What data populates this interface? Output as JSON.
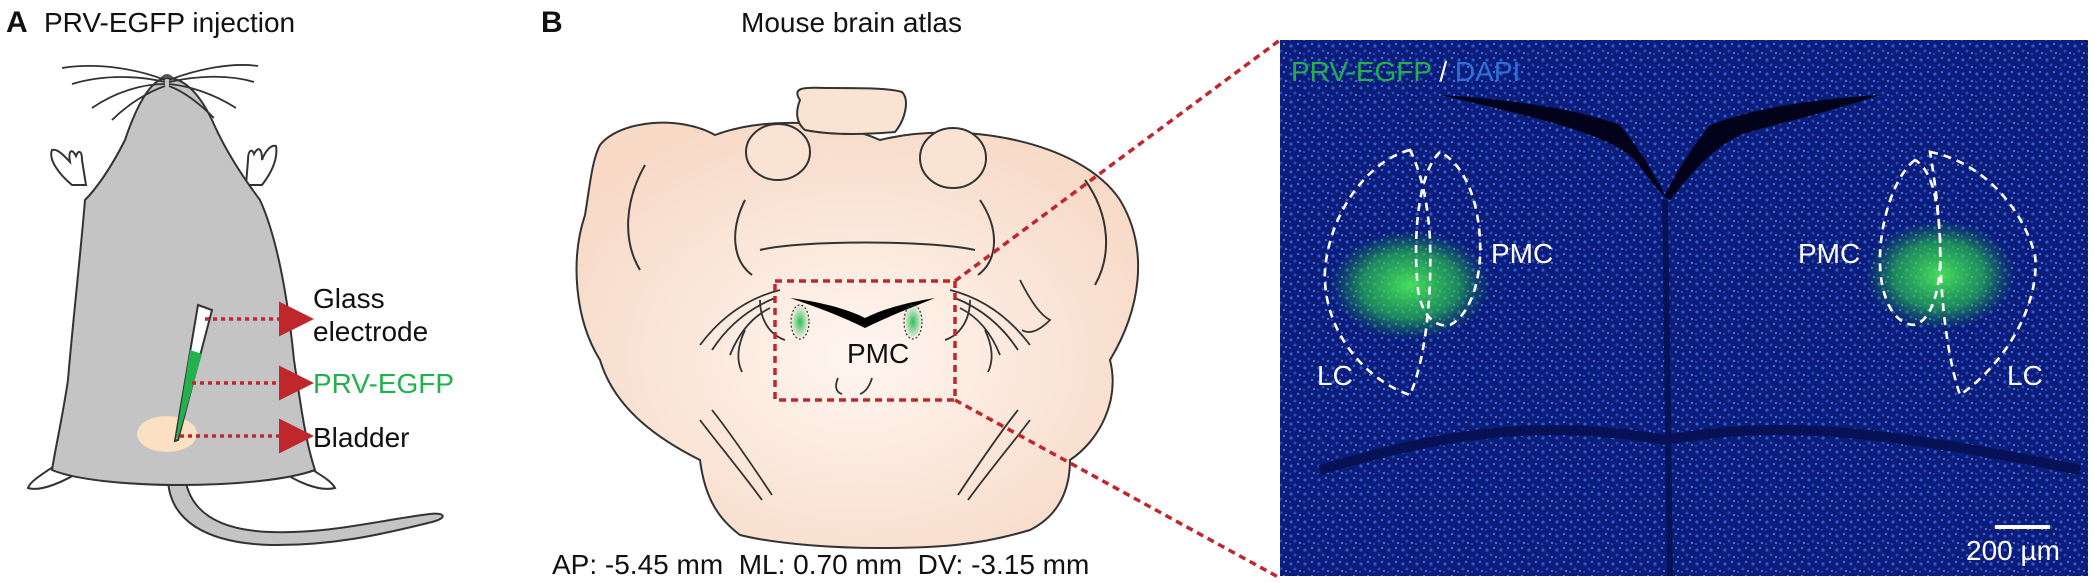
{
  "panel_a": {
    "letter": "A",
    "title": "PRV-EGFP injection",
    "labels": {
      "glass_electrode_line1": "Glass",
      "glass_electrode_line2": "electrode",
      "prv_egfp": "PRV-EGFP",
      "bladder": "Bladder"
    }
  },
  "panel_b": {
    "letter": "B",
    "title": "Mouse brain atlas",
    "atlas_label": "PMC",
    "coordinates": "AP: -5.45 mm  ML: 0.70 mm  DV: -3.15 mm"
  },
  "micrograph": {
    "legend_green": "PRV-EGFP",
    "legend_sep": " / ",
    "legend_blue": "DAPI",
    "left_pmc": "PMC",
    "left_lc": "LC",
    "right_pmc": "PMC",
    "right_lc": "LC",
    "scale_bar": "200 µm"
  },
  "colors": {
    "mouse_body": "#c4c4c4",
    "bladder": "#fbe0c4",
    "arrow": "#c0272d",
    "egfp_green": "#22b14c",
    "dapi_blue": "#2e6fd8",
    "brain_fill": "#fbe5d8",
    "micrograph_bg": "#0a1a6b"
  }
}
